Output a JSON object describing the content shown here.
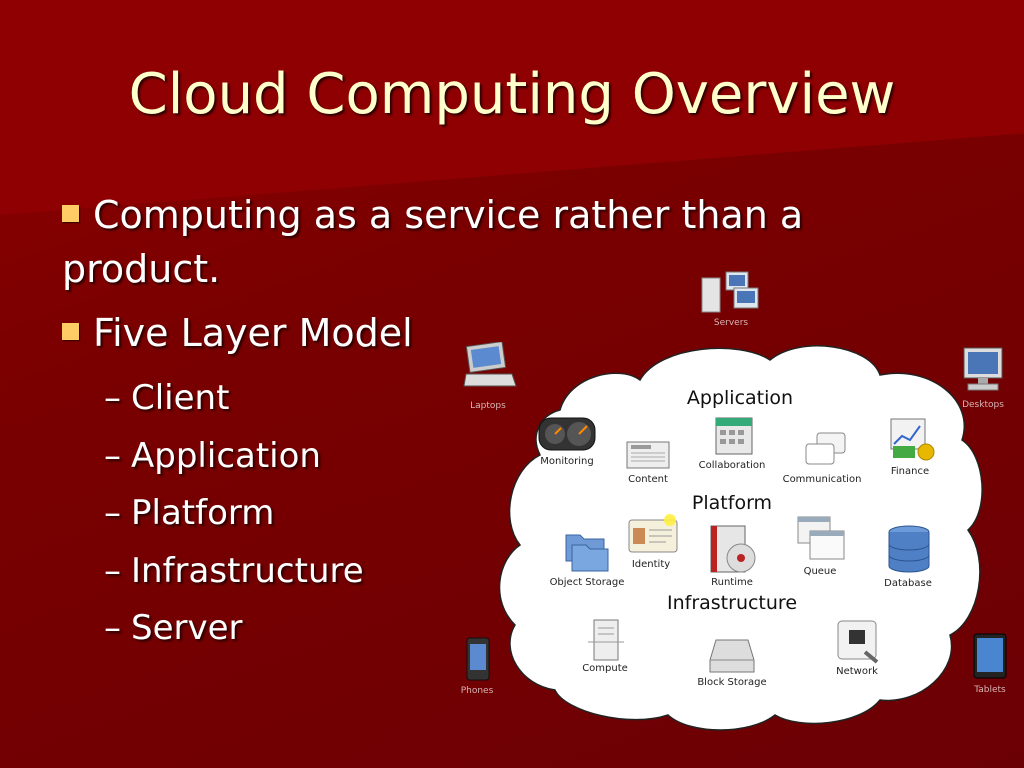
{
  "slide": {
    "title": "Cloud Computing Overview",
    "bullets": [
      {
        "text": "Computing as a service rather than a product."
      },
      {
        "text": "Five Layer Model"
      }
    ],
    "sub_bullets": [
      "Client",
      "Application",
      "Platform",
      "Infrastructure",
      "Server"
    ],
    "sub_prefix": "–"
  },
  "diagram": {
    "sections": {
      "application": "Application",
      "platform": "Platform",
      "infrastructure": "Infrastructure"
    },
    "items": {
      "monitoring": "Monitoring",
      "content": "Content",
      "collaboration": "Collaboration",
      "communication": "Communication",
      "finance": "Finance",
      "object_storage": "Object Storage",
      "identity": "Identity",
      "runtime": "Runtime",
      "queue": "Queue",
      "database": "Database",
      "compute": "Compute",
      "block_storage": "Block Storage",
      "network": "Network"
    },
    "devices": {
      "servers": "Servers",
      "laptops": "Laptops",
      "desktops": "Desktops",
      "phones": "Phones",
      "tablets": "Tablets"
    }
  },
  "colors": {
    "title": "#ffffcc",
    "bullet_square": "#ffcc66",
    "background": "#7a0000"
  }
}
